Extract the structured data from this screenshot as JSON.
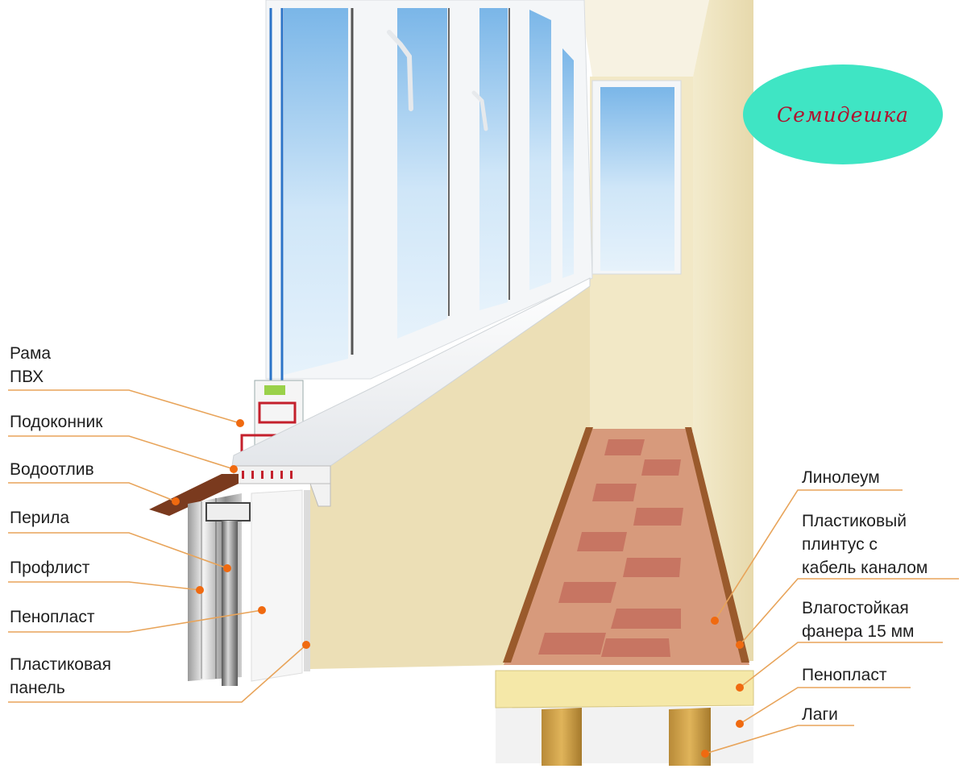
{
  "logo": {
    "text": "Семидешка"
  },
  "labels_left": [
    {
      "id": "rama",
      "text": "Рама\nПВХ"
    },
    {
      "id": "podokonnik",
      "text": "Подоконник"
    },
    {
      "id": "vodootliv",
      "text": "Водоотлив"
    },
    {
      "id": "perila",
      "text": "Перила"
    },
    {
      "id": "proflist",
      "text": "Профлист"
    },
    {
      "id": "penoplast",
      "text": "Пенопласт"
    },
    {
      "id": "plastic_panel",
      "text": "Пластиковая\nпанель"
    }
  ],
  "labels_right": [
    {
      "id": "linoleum",
      "text": "Линолеум"
    },
    {
      "id": "plintus",
      "text": "Пластиковый\nплинтус с\nкабель каналом"
    },
    {
      "id": "fanera",
      "text": "Влагостойкая\nфанера 15 мм"
    },
    {
      "id": "penoplast_floor",
      "text": "Пенопласт"
    },
    {
      "id": "lagi",
      "text": "Лаги"
    }
  ],
  "colors": {
    "leader_line": "#e8a45a",
    "marker_dot": "#f06a10",
    "logo_bg": "#3fe5c4",
    "logo_text": "#b0122f",
    "wall": "#ede2bc",
    "floor_tile_dark": "#c9786a",
    "floor_tile_light": "#dba88a"
  }
}
